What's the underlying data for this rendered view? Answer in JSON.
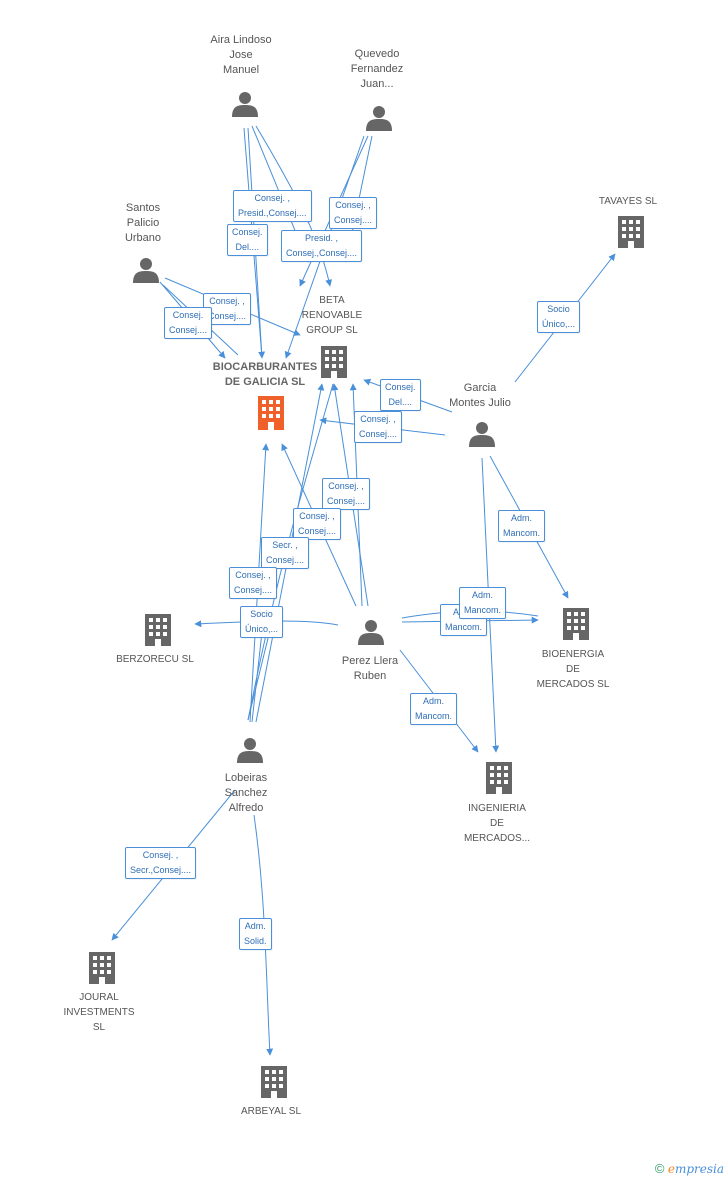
{
  "colors": {
    "edge": "#4a90d9",
    "person": "#666666",
    "company": "#666666",
    "main": "#f0602a"
  },
  "nodes": {
    "aira": {
      "type": "person",
      "lines": [
        "Aira Lindoso",
        "Jose",
        "Manuel"
      ]
    },
    "quevedo": {
      "type": "person",
      "lines": [
        "Quevedo",
        "Fernandez",
        "Juan..."
      ]
    },
    "santos": {
      "type": "person",
      "lines": [
        "Santos",
        "Palicio",
        "Urbano"
      ]
    },
    "tavayes": {
      "type": "company",
      "lines": [
        "TAVAYES SL"
      ]
    },
    "beta": {
      "type": "company",
      "lines": [
        "BETA",
        "RENOVABLE",
        "GROUP SL"
      ]
    },
    "biocarb": {
      "type": "main",
      "lines": [
        "BIOCARBURANTES",
        "DE GALICIA SL"
      ]
    },
    "garcia": {
      "type": "person",
      "lines": [
        "Garcia",
        "Montes Julio"
      ]
    },
    "berzorecu": {
      "type": "company",
      "lines": [
        "BERZORECU SL"
      ]
    },
    "perez": {
      "type": "person",
      "lines": [
        "Perez Llera",
        "Ruben"
      ]
    },
    "bioenergia": {
      "type": "company",
      "lines": [
        "BIOENERGIA",
        "DE",
        "MERCADOS SL"
      ]
    },
    "lobeiras": {
      "type": "person",
      "lines": [
        "Lobeiras",
        "Sanchez",
        "Alfredo"
      ]
    },
    "ingenieria": {
      "type": "company",
      "lines": [
        "INGENIERIA",
        "DE",
        "MERCADOS..."
      ]
    },
    "joural": {
      "type": "company",
      "lines": [
        "JOURAL",
        "INVESTMENTS",
        "SL"
      ]
    },
    "arbeyal": {
      "type": "company",
      "lines": [
        "ARBEYAL SL"
      ]
    }
  },
  "edge_labels": [
    {
      "id": "aira-presid",
      "lines": [
        "Consej. ,",
        "Presid.,Consej...."
      ]
    },
    {
      "id": "quevedo-consej",
      "lines": [
        "Consej. ,",
        "Consej...."
      ]
    },
    {
      "id": "aira-del",
      "lines": [
        "Consej.",
        "Del...."
      ]
    },
    {
      "id": "quevedo-presid",
      "lines": [
        "Presid. ,",
        "Consej.,Consej...."
      ]
    },
    {
      "id": "santos-consej-a",
      "lines": [
        "Consej. ,",
        "Consej...."
      ]
    },
    {
      "id": "santos-consej-b",
      "lines": [
        "Consej.",
        "Consej...."
      ]
    },
    {
      "id": "tavayes-socio",
      "lines": [
        "Socio",
        "Único,..."
      ]
    },
    {
      "id": "garcia-del",
      "lines": [
        "Consej.",
        "Del...."
      ]
    },
    {
      "id": "garcia-consej",
      "lines": [
        "Consej. ,",
        "Consej...."
      ]
    },
    {
      "id": "perez-consej-a",
      "lines": [
        "Consej. ,",
        "Consej...."
      ]
    },
    {
      "id": "perez-consej-b",
      "lines": [
        "Consej. ,",
        "Consej...."
      ]
    },
    {
      "id": "lob-secr",
      "lines": [
        "Secr. ,",
        "Consej...."
      ]
    },
    {
      "id": "lob-consej",
      "lines": [
        "Consej. ,",
        "Consej...."
      ]
    },
    {
      "id": "lob-socio",
      "lines": [
        "Socio",
        "Único,..."
      ]
    },
    {
      "id": "garcia-mancom",
      "lines": [
        "Adm.",
        "Mancom."
      ]
    },
    {
      "id": "perez-mancom-a",
      "lines": [
        "Adm.",
        "Mancom."
      ]
    },
    {
      "id": "perez-mancom-b",
      "lines": [
        "Adm.",
        "Mancom."
      ]
    },
    {
      "id": "perez-mancom-c",
      "lines": [
        "Adm.",
        "Mancom."
      ]
    },
    {
      "id": "lob-secr-joural",
      "lines": [
        "Consej. ,",
        "Secr.,Consej...."
      ]
    },
    {
      "id": "lob-solid",
      "lines": [
        "Adm.",
        "Solid."
      ]
    }
  ],
  "footer": {
    "copyright": "©",
    "brand_initial": "e",
    "brand_rest": "mpresia"
  }
}
